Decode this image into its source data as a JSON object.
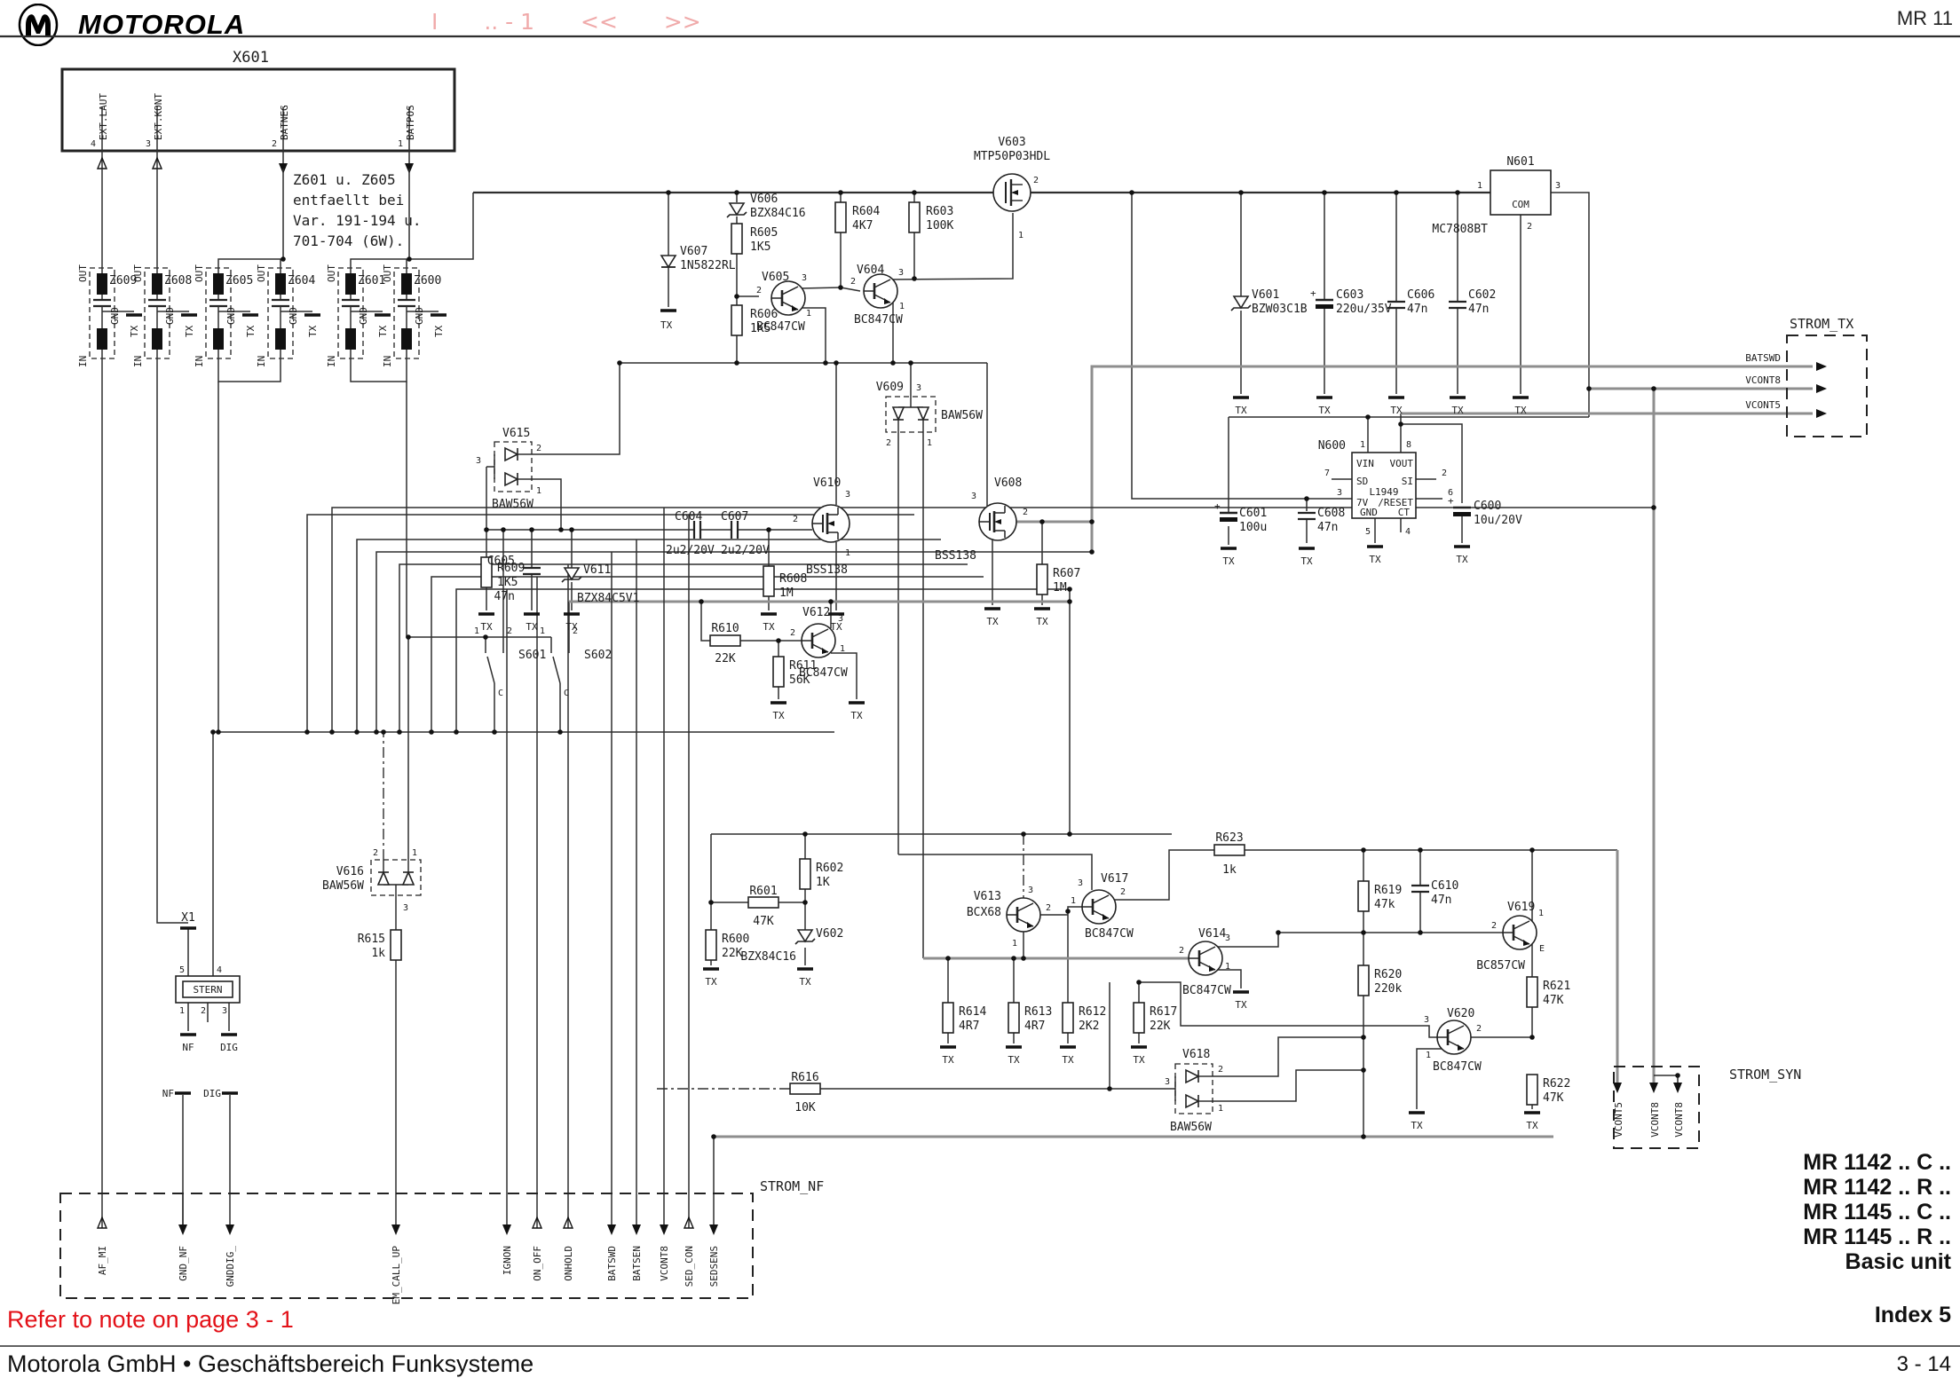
{
  "header": {
    "brand": "MOTOROLA",
    "doc_ref": "MR 11",
    "nav": [
      "I",
      ".. - 1",
      "<<",
      ">>"
    ]
  },
  "footer": {
    "note": "Refer to note on page 3 - 1",
    "index": "Index 5",
    "company": "Motorola GmbH • Geschäftsbereich Funksysteme",
    "page": "3 - 14",
    "models": [
      "MR 1142 .. C ..",
      "MR 1142 .. R ..",
      "MR 1145 .. C ..",
      "MR 1145 .. R ..",
      "Basic unit"
    ]
  },
  "conn": {
    "ref": "X601",
    "pins": [
      {
        "num": "4",
        "name": "EXT.LAUT"
      },
      {
        "num": "3",
        "name": "EXT.KONT"
      },
      {
        "num": "2",
        "name": "BATNEG"
      },
      {
        "num": "1",
        "name": "BATPOS"
      }
    ]
  },
  "note": [
    "Z601 u. Z605",
    "entfaellt bei",
    "Var. 191-194 u.",
    "701-704 (6W)."
  ],
  "flt": {
    "z609": "Z609",
    "z608": "Z608",
    "z605": "Z605",
    "z604": "Z604",
    "z601": "Z601",
    "z600": "Z600",
    "out": "OUT",
    "in": "IN",
    "gndp": "GND"
  },
  "gnd": {
    "tx": "TX",
    "nf": "NF",
    "dig": "DIG"
  },
  "pins": {
    "1": "1",
    "2": "2",
    "3": "3",
    "4": "4",
    "5": "5",
    "6": "6",
    "7": "7",
    "8": "8",
    "c": "C",
    "e": "E"
  },
  "ic": {
    "n601": {
      "ref": "N601",
      "part": "MC7808BT",
      "com": "COM"
    },
    "n600": {
      "ref": "N600",
      "part": "L1949",
      "vin": "VIN",
      "vout": "VOUT",
      "sd": "SD",
      "si": "SI",
      "v7": "7V",
      "reset": "/RESET",
      "gnd": "GND",
      "ct": "CT"
    }
  },
  "blocks": {
    "strom_tx": {
      "title": "STROM_TX",
      "signals": [
        "BATSWD",
        "VCONT8",
        "VCONT5"
      ]
    },
    "strom_syn": {
      "title": "STROM_SYN",
      "signals": [
        "VCONT5",
        "VCONT8",
        "VCONT8"
      ]
    },
    "strom_nf": {
      "title": "STROM_NF",
      "signals": [
        "AF_MI",
        "GND_NF",
        "GNDDIG_",
        "EM_CALL_UP",
        "IGNON",
        "ON_OFF",
        "ONHOLD",
        "BATSWD",
        "BATSEN",
        "VCONT8",
        "SED_CON",
        "SEDSENS"
      ]
    }
  },
  "c": {
    "v601": {
      "ref": "V601",
      "part": "BZW03C1B"
    },
    "v602": {
      "ref": "V602",
      "part": "BZX84C16"
    },
    "v603": {
      "ref": "V603",
      "part": "MTP50P03HDL"
    },
    "v604": {
      "ref": "V604",
      "part": "BC847CW"
    },
    "v605": {
      "ref": "V605",
      "part": "BC847CW"
    },
    "v606": {
      "ref": "V606",
      "part": "BZX84C16"
    },
    "v607": {
      "ref": "V607",
      "part": "1N5822RL"
    },
    "v608": {
      "ref": "V608",
      "part": "BSS138"
    },
    "v609": {
      "ref": "V609",
      "part": "BAW56W"
    },
    "v610": {
      "ref": "V610",
      "part": "BSS138"
    },
    "v611": {
      "ref": "V611",
      "part": "BZX84C5V1"
    },
    "v612": {
      "ref": "V612",
      "part": "BC847CW"
    },
    "v613": {
      "ref": "V613",
      "part": "BCX68"
    },
    "v614": {
      "ref": "V614",
      "part": "BC847CW"
    },
    "v615": {
      "ref": "V615",
      "part": "BAW56W"
    },
    "v616": {
      "ref": "V616",
      "part": "BAW56W"
    },
    "v617": {
      "ref": "V617",
      "part": "BC847CW"
    },
    "v618": {
      "ref": "V618",
      "part": "BAW56W"
    },
    "v619": {
      "ref": "V619",
      "part": "BC857CW"
    },
    "v620": {
      "ref": "V620",
      "part": "BC847CW"
    },
    "r600": {
      "ref": "R600",
      "val": "22K"
    },
    "r601": {
      "ref": "R601",
      "val": "47K"
    },
    "r602": {
      "ref": "R602",
      "val": "1K"
    },
    "r603": {
      "ref": "R603",
      "val": "100K"
    },
    "r604": {
      "ref": "R604",
      "val": "4K7"
    },
    "r605": {
      "ref": "R605",
      "val": "1K5"
    },
    "r606": {
      "ref": "R606",
      "val": "1K5"
    },
    "r607": {
      "ref": "R607",
      "val": "1M"
    },
    "r608": {
      "ref": "R608",
      "val": "1M"
    },
    "r609": {
      "ref": "R609",
      "val": "1K5"
    },
    "r610": {
      "ref": "R610",
      "val": "22K"
    },
    "r611": {
      "ref": "R611",
      "val": "56K"
    },
    "r612": {
      "ref": "R612",
      "val": "2K2"
    },
    "r613": {
      "ref": "R613",
      "val": "4R7"
    },
    "r614": {
      "ref": "R614",
      "val": "4R7"
    },
    "r615": {
      "ref": "R615",
      "val": "1k"
    },
    "r616": {
      "ref": "R616",
      "val": "10K"
    },
    "r617": {
      "ref": "R617",
      "val": "22K"
    },
    "r619": {
      "ref": "R619",
      "val": "47k"
    },
    "r620": {
      "ref": "R620",
      "val": "220k"
    },
    "r621": {
      "ref": "R621",
      "val": "47K"
    },
    "r622": {
      "ref": "R622",
      "val": "47K"
    },
    "r623": {
      "ref": "R623",
      "val": "1k"
    },
    "c600": {
      "ref": "C600",
      "val": "10u/20V"
    },
    "c601": {
      "ref": "C601",
      "val": "100u"
    },
    "c602": {
      "ref": "C602",
      "val": "47n"
    },
    "c603": {
      "ref": "C603",
      "val": "220u/35V"
    },
    "c604": {
      "ref": "C604",
      "val": "2u2/20V"
    },
    "c605": {
      "ref": "C605",
      "val": "47n"
    },
    "c606": {
      "ref": "C606",
      "val": "47n"
    },
    "c607": {
      "ref": "C607",
      "val": "2u2/20V"
    },
    "c608": {
      "ref": "C608",
      "val": "47n"
    },
    "c610": {
      "ref": "C610",
      "val": "47n"
    },
    "s601": {
      "ref": "S601"
    },
    "s602": {
      "ref": "S602"
    },
    "x1": {
      "ref": "X1"
    },
    "stern": {
      "ref": "STERN"
    }
  }
}
